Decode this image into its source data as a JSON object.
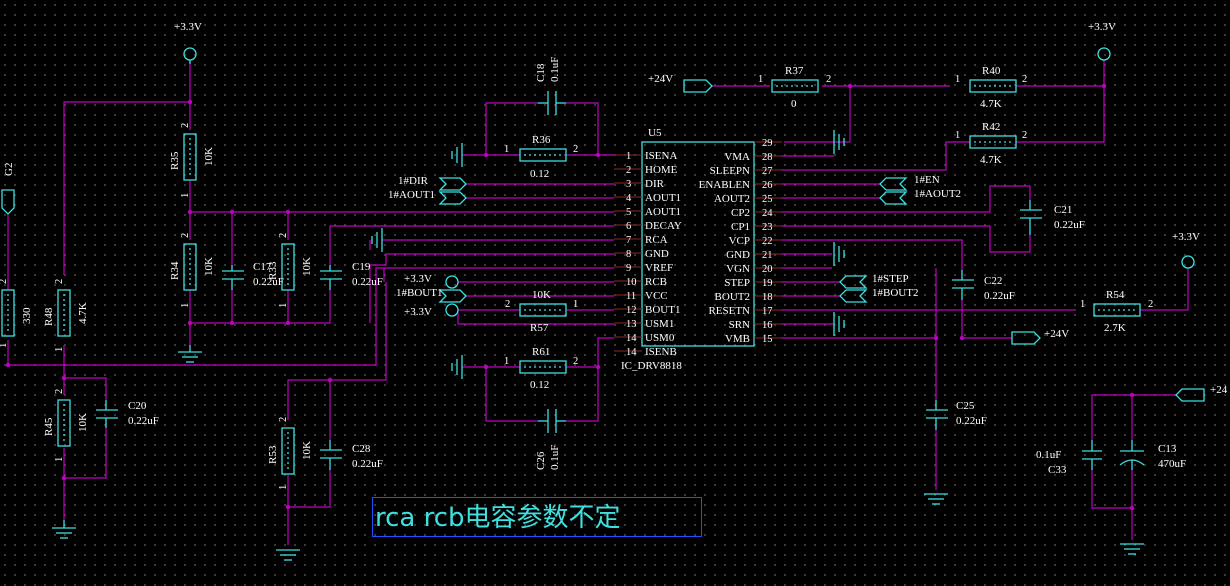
{
  "ic": {
    "designator": "U5",
    "part": "IC_DRV8818",
    "left_pins": [
      {
        "num": "1",
        "name": "ISENA"
      },
      {
        "num": "2",
        "name": "HOME"
      },
      {
        "num": "3",
        "name": "DIR"
      },
      {
        "num": "4",
        "name": "AOUT1"
      },
      {
        "num": "5",
        "name": "AOUT1"
      },
      {
        "num": "6",
        "name": "DECAY"
      },
      {
        "num": "7",
        "name": "RCA"
      },
      {
        "num": "8",
        "name": "GND"
      },
      {
        "num": "9",
        "name": "VREF"
      },
      {
        "num": "10",
        "name": "RCB"
      },
      {
        "num": "11",
        "name": "VCC"
      },
      {
        "num": "12",
        "name": "BOUT1"
      },
      {
        "num": "13",
        "name": "USM1"
      },
      {
        "num": "14",
        "name": "USM0"
      },
      {
        "num": "14",
        "name": "ISENB"
      }
    ],
    "right_pins": [
      {
        "num": "29",
        "name": ""
      },
      {
        "num": "28",
        "name": "VMA"
      },
      {
        "num": "27",
        "name": "SLEEPN"
      },
      {
        "num": "26",
        "name": "ENABLEN"
      },
      {
        "num": "25",
        "name": "AOUT2"
      },
      {
        "num": "24",
        "name": "CP2"
      },
      {
        "num": "23",
        "name": "CP1"
      },
      {
        "num": "22",
        "name": "VCP"
      },
      {
        "num": "21",
        "name": "GND"
      },
      {
        "num": "20",
        "name": "VGN"
      },
      {
        "num": "19",
        "name": "STEP"
      },
      {
        "num": "18",
        "name": "BOUT2"
      },
      {
        "num": "17",
        "name": "RESETN"
      },
      {
        "num": "16",
        "name": "SRN"
      },
      {
        "num": "15",
        "name": "VMB"
      }
    ]
  },
  "parts": {
    "R36": {
      "ref": "R36",
      "value": "0.12",
      "p1": "1",
      "p2": "2"
    },
    "R61": {
      "ref": "R61",
      "value": "0.12",
      "p1": "1",
      "p2": "2"
    },
    "R57": {
      "ref": "R57",
      "value": "10K",
      "p1": "2",
      "p2": "1"
    },
    "R37": {
      "ref": "R37",
      "value": "0",
      "p1": "1",
      "p2": "2"
    },
    "R40": {
      "ref": "R40",
      "value": "4.7K",
      "p1": "1",
      "p2": "2"
    },
    "R42": {
      "ref": "R42",
      "value": "4.7K",
      "p1": "1",
      "p2": "2"
    },
    "R54": {
      "ref": "R54",
      "value": "2.7K",
      "p1": "1",
      "p2": "2"
    },
    "R35": {
      "ref": "R35",
      "value": "10K",
      "p1": "2",
      "p2": "1"
    },
    "R34": {
      "ref": "R34",
      "value": "10K",
      "p1": "2",
      "p2": "1"
    },
    "R33": {
      "ref": "R33",
      "value": "10K",
      "p1": "2",
      "p2": "1"
    },
    "R48": {
      "ref": "R48",
      "value": "4.7K",
      "p1": "2",
      "p2": "1"
    },
    "R45": {
      "ref": "R45",
      "value": "10K",
      "p1": "2",
      "p2": "1"
    },
    "R53": {
      "ref": "R53",
      "value": "10K",
      "p1": "2",
      "p2": "1"
    },
    "R330": {
      "ref": "",
      "value": "330",
      "p1": "2",
      "p2": "1"
    },
    "C18": {
      "ref": "C18",
      "value": "0.1uF"
    },
    "C26": {
      "ref": "C26",
      "value": "0.1uF"
    },
    "C17": {
      "ref": "C17",
      "value": "0.22uF"
    },
    "C19": {
      "ref": "C19",
      "value": "0.22uF"
    },
    "C20": {
      "ref": "C20",
      "value": "0.22uF"
    },
    "C28": {
      "ref": "C28",
      "value": "0.22uF"
    },
    "C21": {
      "ref": "C21",
      "value": "0.22uF"
    },
    "C22": {
      "ref": "C22",
      "value": "0.22uF"
    },
    "C25": {
      "ref": "C25",
      "value": "0.22uF"
    },
    "C33": {
      "ref": "C33",
      "value": "0.1uF"
    },
    "C13": {
      "ref": "C13",
      "value": "470uF"
    }
  },
  "nets": {
    "v33": "+3.3V",
    "v24": "+24V",
    "v24_cut": "+24",
    "dir": "1#DIR",
    "aout1": "1#AOUT1",
    "en": "1#EN",
    "aout2": "1#AOUT2",
    "step": "1#STEP",
    "bout2": "1#BOUT2",
    "bout1": "1#BOUT1",
    "g2": "G2"
  },
  "note": "rca rcb电容参数不定"
}
